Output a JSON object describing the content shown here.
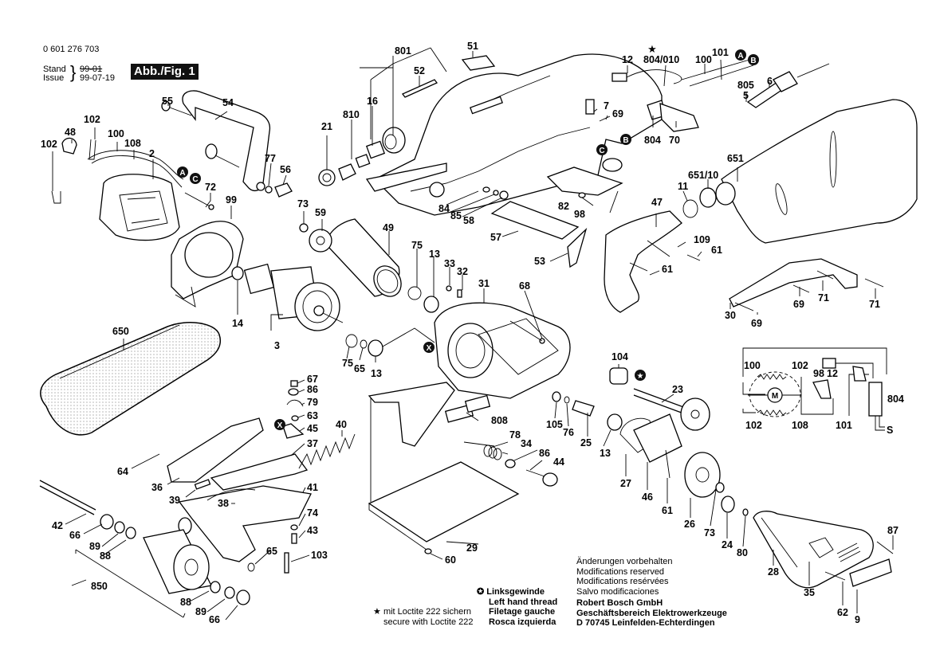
{
  "header": {
    "part_number": "0 601 276 703",
    "stand_label": "Stand",
    "issue_label": "Issue",
    "old_date": "99-01",
    "issue_date": "99-07-19",
    "figure_badge": "Abb./Fig. 1"
  },
  "notes": {
    "loctite_line1": "mit Loctite 222 sichern",
    "loctite_line2": "secure with Loctite 222",
    "left_thread": [
      "Linksgewinde",
      "Left hand thread",
      "Filetage gauche",
      "Rosca izquierda"
    ],
    "modifications": [
      "Änderungen vorbehalten",
      "Modifications reserved",
      "Modifications resérvées",
      "Salvo modificaciones"
    ],
    "company": [
      "Robert Bosch GmbH",
      "Geschäftsbereich Elektrowerkzeuge",
      "D 70745 Leinfelden-Echterdingen"
    ]
  },
  "markers": {
    "A": "A",
    "B": "B",
    "C": "C",
    "X": "X",
    "star_symbol": "★",
    "left_thread_symbol": "✪",
    "motor": "M"
  },
  "part_labels": {
    "p801": "801",
    "p51": "51",
    "p52": "52",
    "p16": "16",
    "p810": "810",
    "p21": "21",
    "p55": "55",
    "p54": "54",
    "p77": "77",
    "p56": "56",
    "p102a": "102",
    "p48": "48",
    "p102b": "102",
    "p100": "100",
    "p108": "108",
    "p2": "2",
    "p72": "72",
    "p99": "99",
    "p73a": "73",
    "p59": "59",
    "p49": "49",
    "p75a": "75",
    "p13a": "13",
    "p33": "33",
    "p32": "32",
    "p31": "31",
    "p68": "68",
    "p14": "14",
    "p3": "3",
    "p75b": "75",
    "p65a": "65",
    "p13b": "13",
    "p84": "84",
    "p85": "85",
    "p58": "58",
    "p57": "57",
    "p53": "53",
    "p82": "82",
    "p98": "98",
    "p12": "12",
    "p804_010": "804/010",
    "p100b": "100",
    "p101": "101",
    "p805": "805",
    "p5": "5",
    "p6": "6",
    "p7": "7",
    "p69a": "69",
    "p804": "804",
    "p70": "70",
    "p651": "651",
    "p651_10": "651/10",
    "p11": "11",
    "p47": "47",
    "p109": "109",
    "p61a": "61",
    "p61b": "61",
    "p30": "30",
    "p69b": "69",
    "p69c": "69",
    "p71a": "71",
    "p71b": "71",
    "p650": "650",
    "p67": "67",
    "p86a": "86",
    "p79": "79",
    "p63": "63",
    "p45": "45",
    "p40": "40",
    "p37": "37",
    "p64": "64",
    "p36": "36",
    "p39": "39",
    "p38": "38",
    "p41": "41",
    "p74": "74",
    "p43": "43",
    "p103": "103",
    "p65b": "65",
    "p42": "42",
    "p66a": "66",
    "p89a": "89",
    "p88a": "88",
    "p850": "850",
    "p88b": "88",
    "p89b": "89",
    "p66b": "66",
    "p808": "808",
    "p78": "78",
    "p34": "34",
    "p86b": "86",
    "p44": "44",
    "p29": "29",
    "p60": "60",
    "p104": "104",
    "p23": "23",
    "p105": "105",
    "p76": "76",
    "p25": "25",
    "p13c": "13",
    "p27": "27",
    "p46": "46",
    "p61c": "61",
    "p26": "26",
    "p73b": "73",
    "p24": "24",
    "p80": "80",
    "p28": "28",
    "p35": "35",
    "p62": "62",
    "p9": "9",
    "p87": "87"
  },
  "wiring_diagram": {
    "labels": [
      "100",
      "102",
      "98",
      "12",
      "804",
      "102",
      "108",
      "101"
    ],
    "mains_symbol": "S"
  }
}
